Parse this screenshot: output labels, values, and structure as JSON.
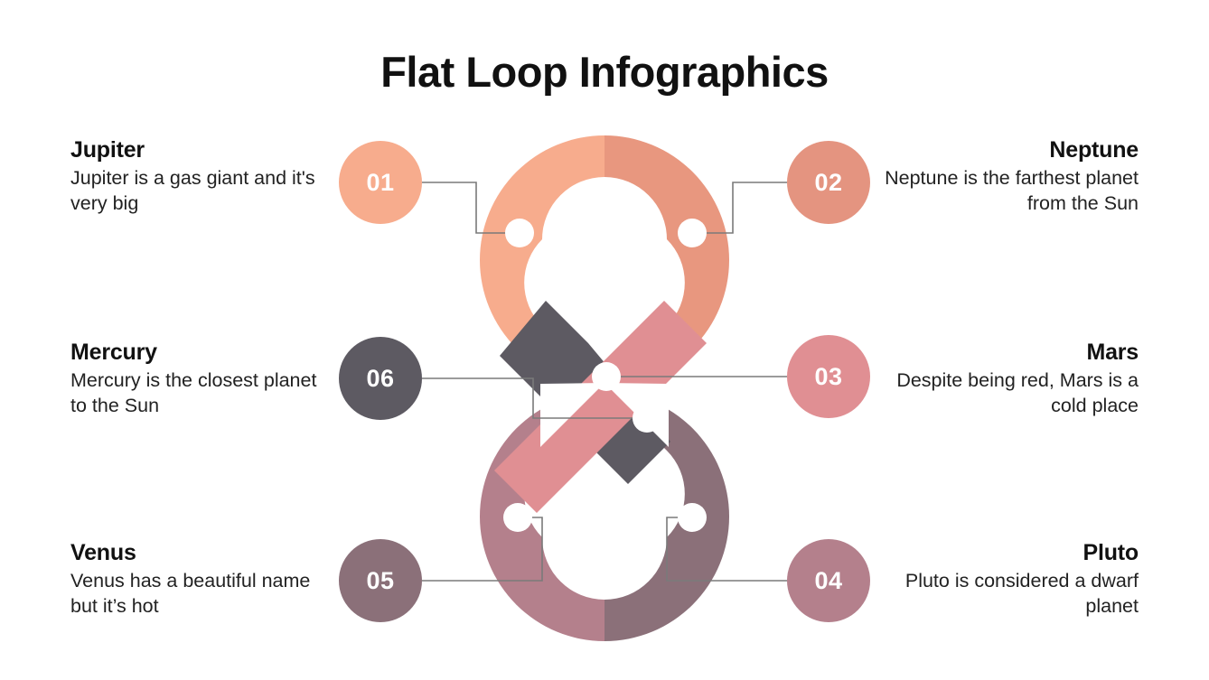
{
  "page": {
    "title": "Flat Loop Infographics",
    "background": "#ffffff",
    "heading_color": "#111111",
    "body_color": "#222222"
  },
  "connector": {
    "color": "#7a7a7a",
    "width": 1.6,
    "dot_color": "#ffffff"
  },
  "loop": {
    "top_left_color": "#f7ac8d",
    "top_right_color": "#e8977f",
    "cross_pink_color": "#e08f93",
    "cross_gray_color": "#5d5a62",
    "bottom_left_color": "#b4808c",
    "bottom_right_color": "#8b7079"
  },
  "items": [
    {
      "number": "01",
      "name": "Jupiter",
      "description": "Jupiter is a gas giant and it's very big",
      "color": "#f7ac8d",
      "side": "left",
      "row": "top"
    },
    {
      "number": "02",
      "name": "Neptune",
      "description": "Neptune is the farthest planet from the Sun",
      "color": "#e49480",
      "side": "right",
      "row": "top"
    },
    {
      "number": "03",
      "name": "Mars",
      "description": "Despite being red, Mars is a cold place",
      "color": "#e08f93",
      "side": "right",
      "row": "middle"
    },
    {
      "number": "04",
      "name": "Pluto",
      "description": "Pluto is considered a dwarf planet",
      "color": "#b4808c",
      "side": "right",
      "row": "bottom"
    },
    {
      "number": "05",
      "name": "Venus",
      "description": "Venus has a beautiful name but it’s hot",
      "color": "#8b7079",
      "side": "left",
      "row": "bottom"
    },
    {
      "number": "06",
      "name": "Mercury",
      "description": "Mercury is the closest planet to the Sun",
      "color": "#5d5a62",
      "side": "left",
      "row": "middle"
    }
  ]
}
